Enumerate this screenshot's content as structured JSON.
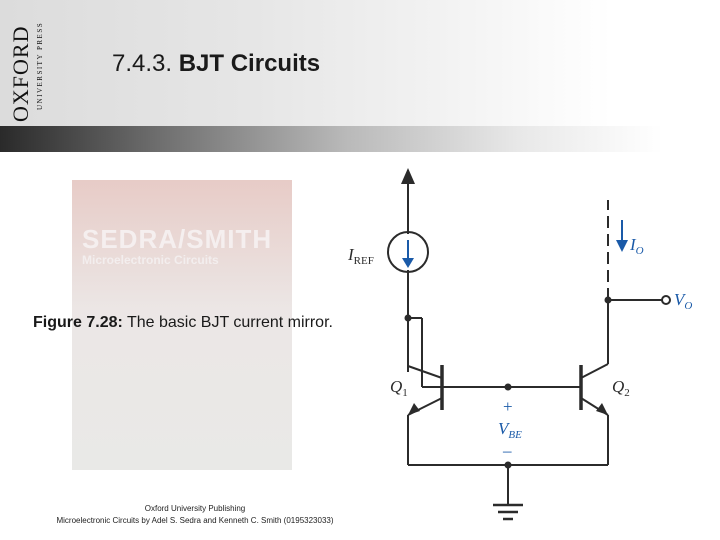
{
  "header": {
    "logo": {
      "brand": "OXFORD",
      "sub": "UNIVERSITY PRESS"
    },
    "title": "7.4.3.",
    "title_bold": "BJT Circuits"
  },
  "book": {
    "title": "SEDRA/SMITH",
    "subtitle": "Microelectronic Circuits"
  },
  "caption": {
    "label": "Figure 7.28:",
    "text": " The basic BJT current mirror."
  },
  "credit": {
    "line1": "Oxford University Publishing",
    "line2": "Microelectronic Circuits by Adel S. Sedra and Kenneth C. Smith (0195323033)"
  },
  "circuit": {
    "iref_label": "I",
    "iref_sub": "REF",
    "io_label": "I",
    "io_sub": "O",
    "vo_label": "V",
    "vo_sub": "O",
    "q1_label": "Q",
    "q1_sub": "1",
    "q2_label": "Q",
    "q2_sub": "2",
    "vbe_plus": "+",
    "vbe_label": "V",
    "vbe_sub": "BE",
    "vbe_minus": "–",
    "accent_color": "#1a5aa8",
    "wire_color": "#2b2b2b"
  }
}
